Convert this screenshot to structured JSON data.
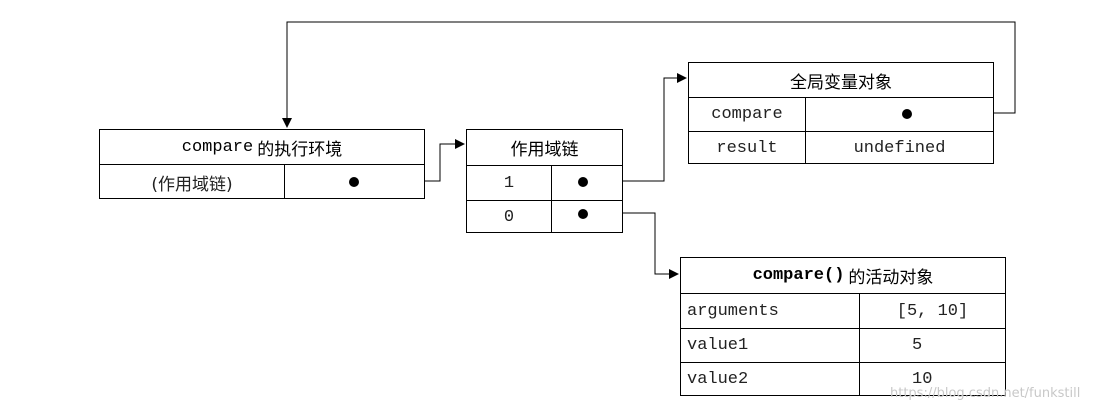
{
  "exec_context": {
    "title_code": "compare",
    "title_text": "的执行环境",
    "row_label": "(作用域链)"
  },
  "scope_chain": {
    "title": "作用域链",
    "rows": [
      {
        "index": "1"
      },
      {
        "index": "0"
      }
    ]
  },
  "global_object": {
    "title": "全局变量对象",
    "rows": [
      {
        "name": "compare",
        "value": ""
      },
      {
        "name": "result",
        "value": "undefined"
      }
    ]
  },
  "activation_object": {
    "title_code": "compare()",
    "title_text": "的活动对象",
    "rows": [
      {
        "name": "arguments",
        "value": "[5, 10]"
      },
      {
        "name": "value1",
        "value": "5"
      },
      {
        "name": "value2",
        "value": "10"
      }
    ]
  },
  "watermark": "https://blog.csdn.net/funkstill"
}
